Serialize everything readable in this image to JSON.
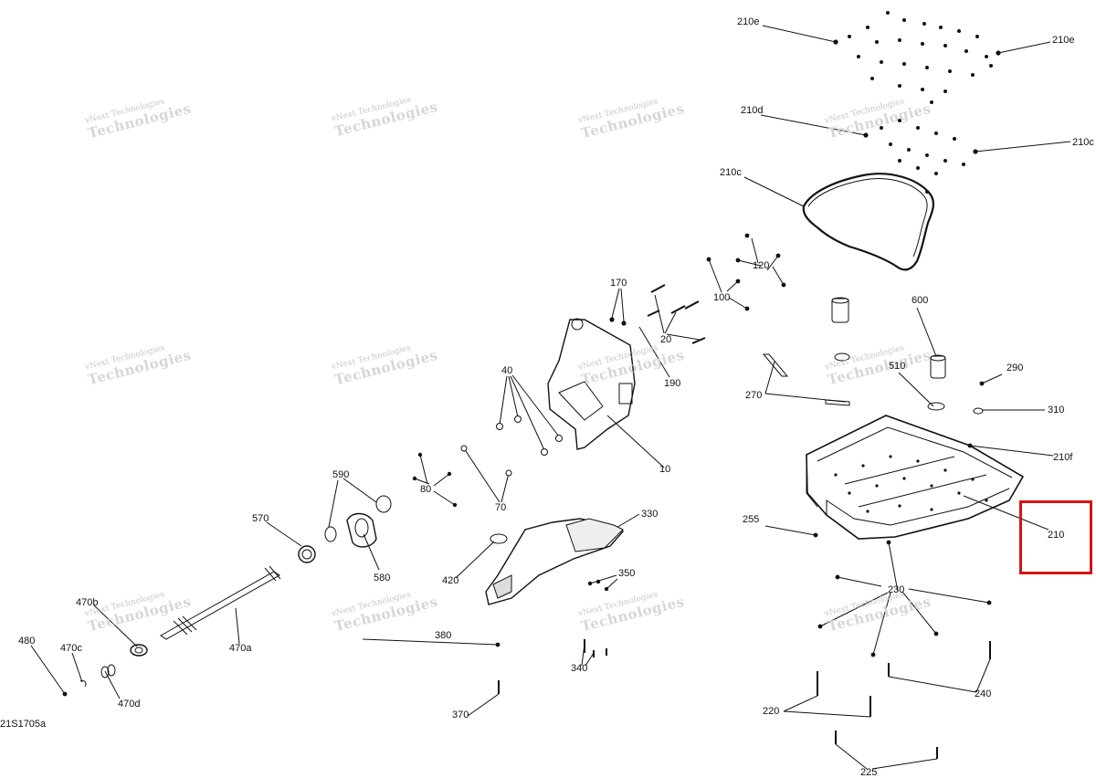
{
  "diagram": {
    "reference_code": "21S1705a",
    "watermark": {
      "line1": "vNext Technologies",
      "line2": "Technologies"
    },
    "highlight_color": "#d41414",
    "callouts": [
      "210e",
      "210e",
      "210d",
      "210c",
      "210c",
      "120",
      "100",
      "170",
      "20",
      "190",
      "600",
      "510",
      "290",
      "310",
      "270",
      "40",
      "10",
      "210f",
      "590",
      "80",
      "70",
      "570",
      "330",
      "255",
      "210",
      "580",
      "420",
      "350",
      "230",
      "470b",
      "480",
      "470c",
      "470a",
      "380",
      "340",
      "470d",
      "240",
      "220",
      "370",
      "225"
    ]
  }
}
